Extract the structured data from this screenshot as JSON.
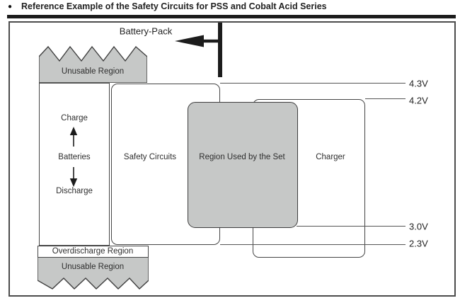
{
  "title": {
    "bullet": "●",
    "text": "Reference Example of the Safety Circuits for PSS and Cobalt Acid Series"
  },
  "diagram": {
    "battery_pack_label": "Battery-Pack",
    "top_region": {
      "label": "Unusable Region"
    },
    "battery_column": {
      "charge": "Charge",
      "batteries": "Batteries",
      "discharge": "Discharge"
    },
    "safety_circuits": {
      "label": "Safety Circuits"
    },
    "set_region": {
      "label": "Region Used by the Set"
    },
    "charger": {
      "label": "Charger"
    },
    "overdischarge_region": {
      "label": "Overdischarge Region"
    },
    "bottom_region": {
      "label": "Unusable Region"
    },
    "voltages": [
      {
        "label": "4.3V"
      },
      {
        "label": "4.2V"
      },
      {
        "label": "3.0V"
      },
      {
        "label": "2.3V"
      }
    ]
  },
  "colors": {
    "region_fill": "#c6c8c7",
    "line": "#555555",
    "box_border": "#454545",
    "ink": "#1c1c1c",
    "text": "#2e2e2e"
  }
}
